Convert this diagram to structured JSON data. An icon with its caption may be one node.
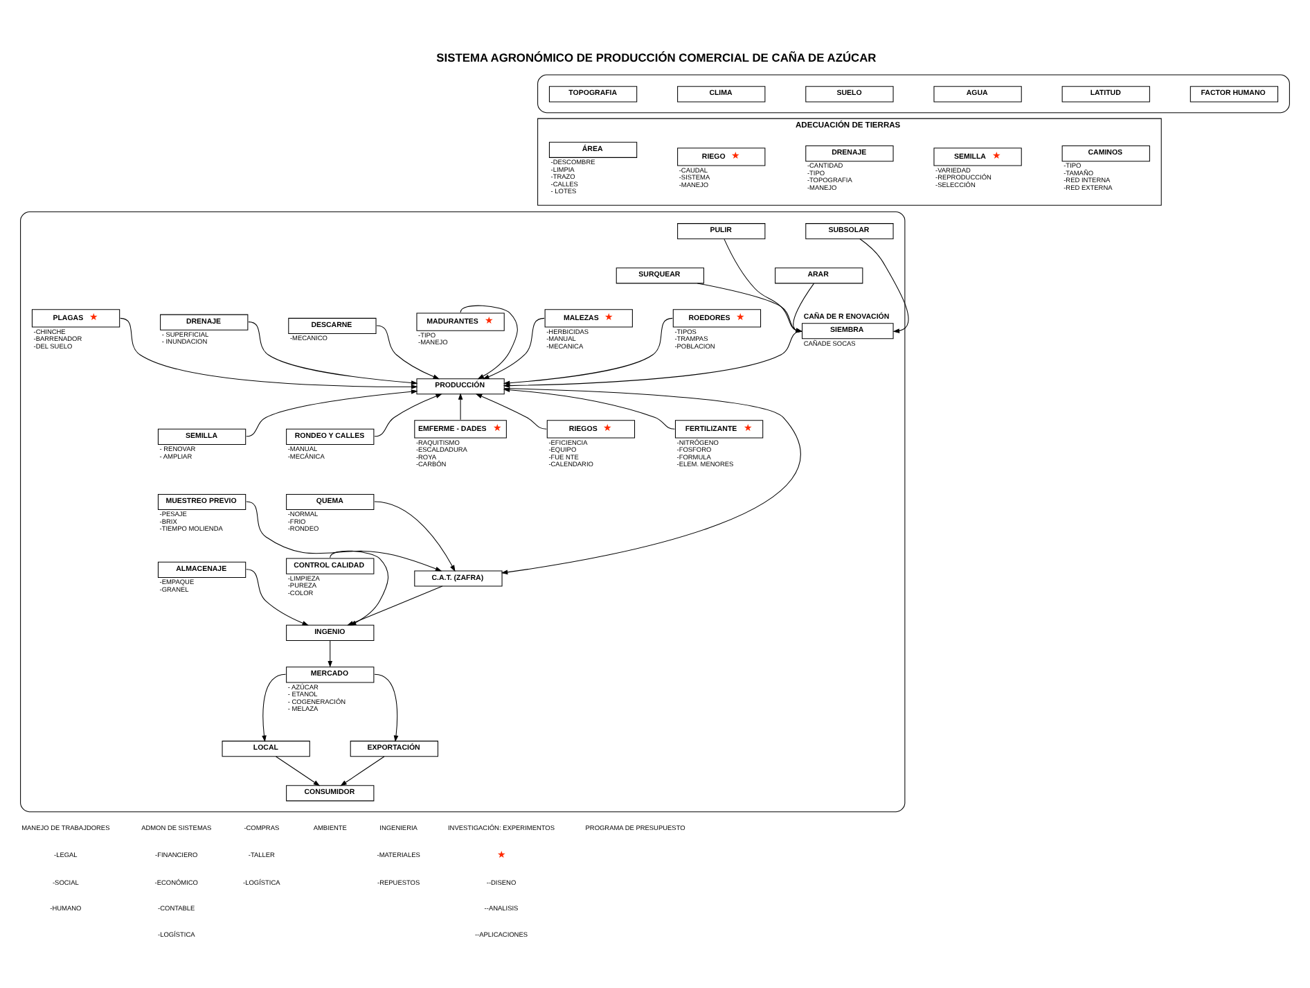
{
  "diagram": {
    "title": "SISTEMA AGRONÓMICO DE PRODUCCIÓN COMERCIAL DE CAÑA DE AZÚCAR",
    "nodes": [
      {
        "text": [],
        "shape": "band"
      },
      {
        "text": [
          "TOPOGRAFIA"
        ],
        "in": 0
      },
      {
        "text": [
          "CLIMA"
        ],
        "in": 0
      },
      {
        "text": [
          "SUELO"
        ],
        "in": 0
      },
      {
        "text": [
          "AGUA"
        ],
        "in": 0
      },
      {
        "text": [
          "LATITUD"
        ],
        "in": 0
      },
      {
        "text": [
          "FACTOR HUMANO"
        ],
        "in": 0
      },
      {
        "text": [
          "ADECUACIÓN DE TIERRAS"
        ]
      },
      {
        "text": [
          "ÁREA"
        ],
        "in": 7,
        "beside": [
          "-DESCOMBRE",
          "-LIMPIA",
          "-TRAZO",
          "-CALLES",
          "- LOTES"
        ]
      },
      {
        "text": [
          "RIEGO",
          "★"
        ],
        "in": 7,
        "beside": [
          "-CAUDAL",
          "-SISTEMA",
          "-MANEJO"
        ]
      },
      {
        "text": [
          "DRENAJE"
        ],
        "in": 7,
        "beside": [
          "-CANTIDAD",
          "-TIPO",
          "-TOPOGRAFIA",
          "-MANEJO"
        ]
      },
      {
        "text": [
          "SEMILLA",
          "★"
        ],
        "in": 7,
        "beside": [
          "-VARIEDAD",
          "-REPRODUCCIÓN",
          "-SELECCIÓN"
        ]
      },
      {
        "text": [
          "CAMINOS"
        ],
        "in": 7,
        "beside": [
          "-TIPO",
          "-TAMAÑO",
          "-RED INTERNA",
          "-RED EXTERNA"
        ]
      },
      {
        "text": [],
        "shape": "band"
      },
      {
        "text": [
          "SUBSOLAR"
        ],
        "in": 13
      },
      {
        "text": [
          "ARAR"
        ],
        "in": 13
      },
      {
        "text": [
          "CAÑA DE R ENOVACIÓN",
          "SIEMBRA"
        ],
        "in": 13,
        "beside": [
          "CAÑADE SOCAS"
        ]
      },
      {
        "text": [
          "PULIR"
        ],
        "in": 13
      },
      {
        "text": [
          "SURQUEAR"
        ],
        "in": 13
      },
      {
        "text": [
          "DESCARNE"
        ],
        "in": 13,
        "beside": [
          "-MECANICO"
        ]
      },
      {
        "text": [
          "MADURANTES",
          "★"
        ],
        "in": 13,
        "beside": [
          "-TIPO",
          "-MANEJO"
        ]
      },
      {
        "text": [
          "MALEZAS",
          "★"
        ],
        "in": 13,
        "beside": [
          "-HERBICIDAS",
          "-MANUAL",
          "-MECANICA"
        ]
      },
      {
        "text": [
          "ROEDORES",
          "★"
        ],
        "in": 13,
        "beside": [
          "-TIPOS",
          "-TRAMPAS",
          "-POBLACION"
        ]
      },
      {
        "text": [
          "DRENAJE"
        ],
        "in": 13,
        "beside": [
          "- SUPERFICIAL",
          "- INUNDACION"
        ]
      },
      {
        "text": [
          "PRODUCCIÓN"
        ],
        "in": 13
      },
      {
        "text": [
          "PLAGAS",
          "★"
        ],
        "in": 13,
        "beside": [
          "-CHINCHE",
          "-BARRENADOR",
          "-DEL SUELO"
        ]
      },
      {
        "text": [
          "RIEGOS",
          "★"
        ],
        "in": 13,
        "beside": [
          "-EFICIENCIA",
          "-EQUIPO",
          "-FUE NTE",
          "-CALENDARIO"
        ]
      },
      {
        "text": [
          "FERTILIZANTE",
          "★"
        ],
        "in": 13,
        "beside": [
          "-NITRÓGENO",
          "-FOSFORO",
          "-FORMULA",
          "-ELEM. MENORES"
        ]
      },
      {
        "text": [
          "SEMILLA"
        ],
        "in": 13,
        "beside": [
          "- RENOVAR",
          "- AMPLIAR"
        ]
      },
      {
        "text": [
          "RONDEO Y CALLES"
        ],
        "in": 13,
        "beside": [
          "-MANUAL",
          "-MECÁNICA"
        ]
      },
      {
        "text": [
          "EMFERME - DADES",
          "★"
        ],
        "in": 13,
        "beside": [
          "-RAQUITISMO",
          "-ESCALDADURA",
          "-ROYA",
          "-CARBÓN"
        ]
      },
      {
        "text": [
          "QUEMA"
        ],
        "in": 13,
        "beside": [
          "-NORMAL",
          "-FRIO",
          "-RONDEO"
        ]
      },
      {
        "text": [
          "C.A.T. (ZAFRA)"
        ],
        "in": 13
      },
      {
        "text": [
          "MUESTREO PREVIO"
        ],
        "in": 13,
        "beside": [
          "-PESAJE",
          "-BRIX",
          "-TIEMPO MOLIENDA"
        ]
      },
      {
        "text": [
          "CONTROL CALIDAD"
        ],
        "in": 13,
        "beside": [
          "-LIMPIEZA",
          "-PUREZA",
          "-COLOR"
        ]
      },
      {
        "text": [
          "INGENIO"
        ],
        "in": 13
      },
      {
        "text": [
          "ALMACENAJE"
        ],
        "in": 13,
        "beside": [
          "-EMPAQUE",
          "-GRANEL"
        ]
      },
      {
        "text": [
          "MERCADO"
        ],
        "in": 13,
        "beside": [
          "- AZÚCAR",
          "- ETANOL",
          "- COGENERACIÓN",
          "- MELAZA"
        ]
      },
      {
        "text": [
          "LOCAL"
        ],
        "in": 13
      },
      {
        "text": [
          "EXPORTACIÓN"
        ],
        "in": 13
      },
      {
        "text": [
          "CONSUMIDOR"
        ],
        "in": 13
      }
    ],
    "edges": [
      {
        "from": 14,
        "to": 16,
        "arrow": "to"
      },
      {
        "from": 15,
        "to": 16,
        "arrow": "to"
      },
      {
        "from": 17,
        "to": 16,
        "arrow": "to"
      },
      {
        "from": 18,
        "to": 16,
        "arrow": "to"
      },
      {
        "from": 16,
        "to": 24,
        "arrow": "to"
      },
      {
        "from": 20,
        "to": 24,
        "arrow": "to"
      },
      {
        "from": 21,
        "to": 24,
        "arrow": "to"
      },
      {
        "from": 19,
        "to": 24,
        "arrow": "to"
      },
      {
        "from": 22,
        "to": 24,
        "arrow": "to"
      },
      {
        "from": 23,
        "to": 24,
        "arrow": "to"
      },
      {
        "from": 25,
        "to": 24,
        "arrow": "to"
      },
      {
        "from": 26,
        "to": 24,
        "arrow": "to"
      },
      {
        "from": 27,
        "to": 24,
        "arrow": "to"
      },
      {
        "from": 28,
        "to": 24,
        "arrow": "to"
      },
      {
        "from": 29,
        "to": 24,
        "arrow": "to"
      },
      {
        "from": 30,
        "to": 24,
        "arrow": "to"
      },
      {
        "from": 24,
        "to": 32,
        "arrow": "to"
      },
      {
        "from": 31,
        "to": 32,
        "arrow": "to"
      },
      {
        "from": 33,
        "to": 32,
        "arrow": "to"
      },
      {
        "from": 32,
        "to": 35,
        "arrow": "to"
      },
      {
        "from": 34,
        "to": 35,
        "arrow": "to"
      },
      {
        "from": 36,
        "to": 35,
        "arrow": "to"
      },
      {
        "from": 35,
        "to": 37,
        "arrow": "to"
      },
      {
        "from": 37,
        "to": 38,
        "arrow": "to"
      },
      {
        "from": 37,
        "to": 39,
        "arrow": "to"
      },
      {
        "from": 38,
        "to": 40,
        "arrow": "to"
      },
      {
        "from": 39,
        "to": 40,
        "arrow": "to"
      }
    ],
    "labels": [
      "MANEJO DE TRABAJDORES",
      "-LEGAL",
      "-SOCIAL",
      "-HUMANO",
      "ADMON DE SISTEMAS",
      "-FINANCIERO",
      "-ECONÓMICO",
      "-CONTABLE",
      "-LOGÍSTICA",
      "-COMPRAS",
      "-TALLER",
      "-LOGÍSTICA",
      "AMBIENTE",
      "INGENIERIA",
      "-MATERIALES",
      "-REPUESTOS",
      "INVESTIGACIÓN: EXPERIMENTOS",
      "★",
      "--DISENO",
      "--ANALISIS",
      "--APLICACIONES",
      "PROGRAMA DE PRESUPUESTO"
    ]
  }
}
